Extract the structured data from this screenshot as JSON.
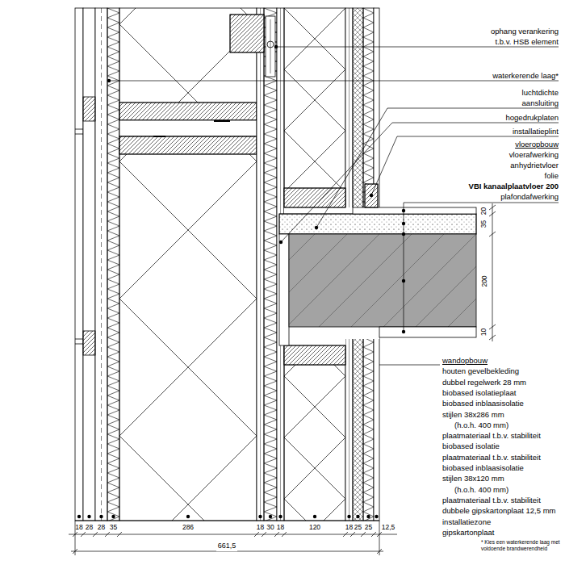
{
  "diagram": {
    "labels": [
      "ophang verankering t.b.v. HSB element",
      "waterkerende laag*",
      "luchtdichte aansluiting",
      "hogedrukplaten",
      "installatieplint",
      "vloeropbouw",
      "vloerafwerking",
      "anhydrietvloer",
      "folie",
      "VBI kanaalplaatvloer 200",
      "plafondafwerking",
      "20",
      "35",
      "200",
      "10",
      "wandopbouw",
      "houten gevelbekleding",
      "dubbel regelwerk 28 mm",
      "biobased isolatieplaat",
      "biobased inblaasisolatie",
      "stijlen 38x286 mm",
      "(h.o.h. 400 mm)",
      "plaatmateriaal t.b.v. stabiliteit",
      "biobased isolatie",
      "plaatmateriaal t.b.v. stabiliteit",
      "biobased inblaasisolatie",
      "stijlen 38x120 mm",
      "(h.o.h. 400 mm)",
      "plaatmateriaal t.b.v. stabiliteit",
      "dubbele gipskartonplaat 12,5 mm",
      "installatiezone",
      "gipskartonplaat",
      "18",
      "28",
      "28",
      "35",
      "286",
      "18",
      "30",
      "18",
      "120",
      "18",
      "25",
      "25",
      "12,5",
      "661,5",
      "* Kies een waterkerende laag met voldoende brandwerendheid"
    ]
  }
}
